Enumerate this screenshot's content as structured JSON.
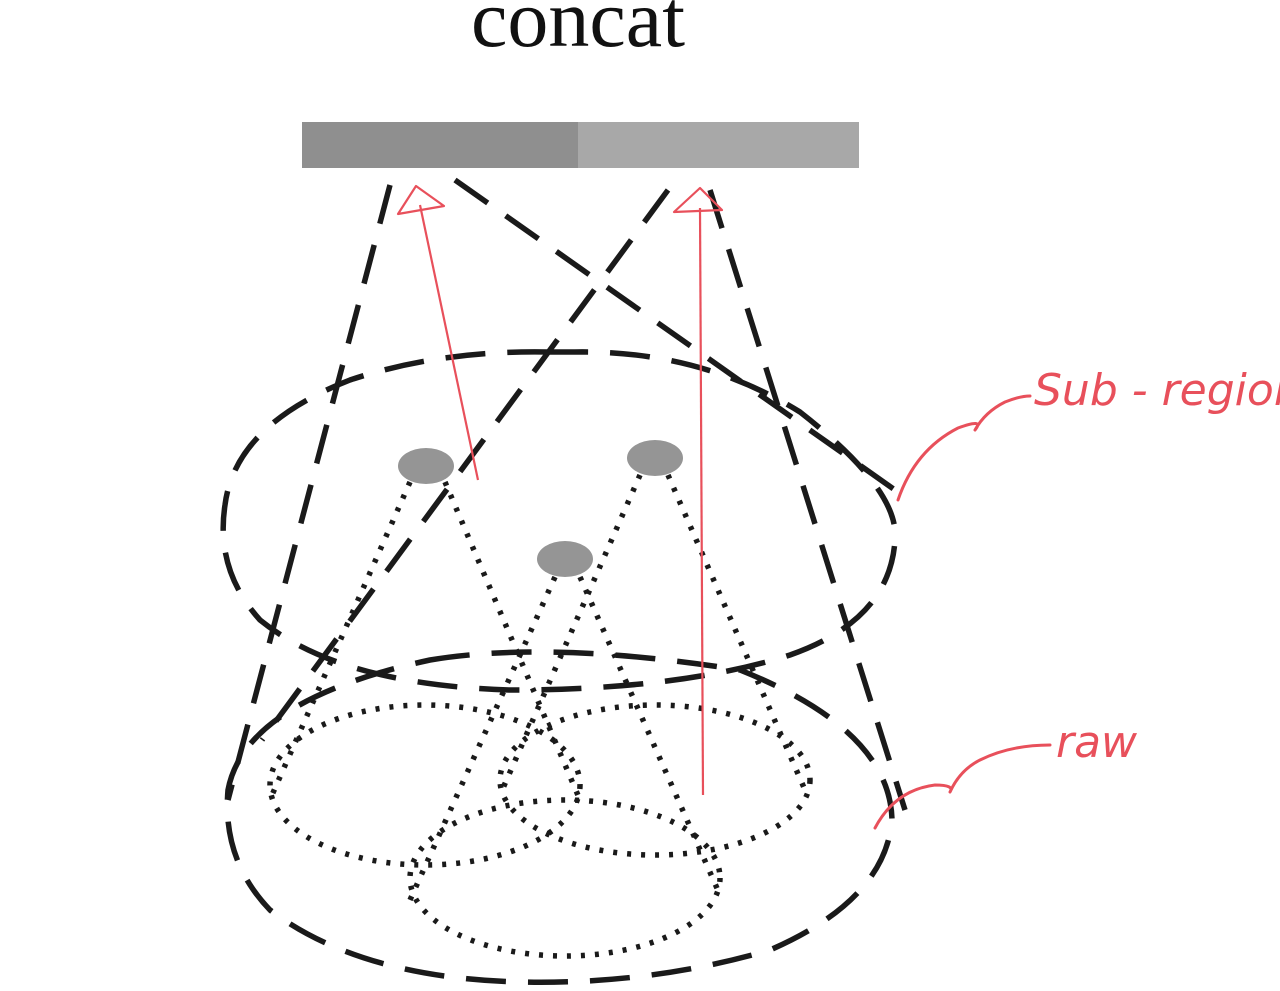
{
  "diagram": {
    "title": "concat",
    "annotations": {
      "sub_region": "Sub - region",
      "raw": "raw"
    },
    "colors": {
      "bar_left": "#8f8f8f",
      "bar_right": "#a8a8a8",
      "annotation": "#e8505b",
      "line": "#1a1a1a",
      "node": "#959595"
    }
  }
}
